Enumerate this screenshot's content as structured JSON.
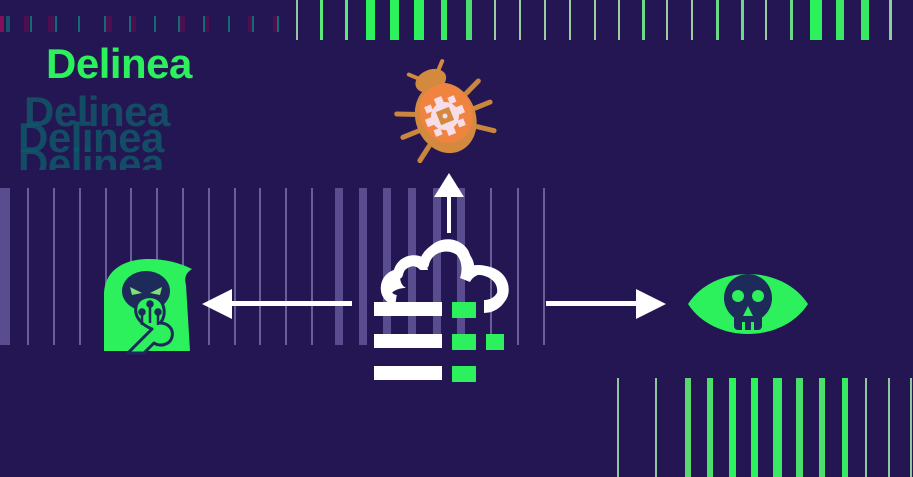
{
  "brand": {
    "logo_text": "Delinea",
    "logo_echo_text": "Delinea"
  },
  "colors": {
    "background": "#241653",
    "brand_green": "#2cf05c",
    "stripe_lavender": "#6a5e99",
    "bug_orange": "#f0833f",
    "arrow_white": "#ffffff",
    "icon_dark": "#1e2a5a"
  },
  "illustration": {
    "center": "cloud-with-server-stack",
    "top": "software-bug",
    "left": "hooded-hacker-shushing",
    "right": "eye-with-skull",
    "arrows": [
      "up",
      "left",
      "right"
    ]
  }
}
